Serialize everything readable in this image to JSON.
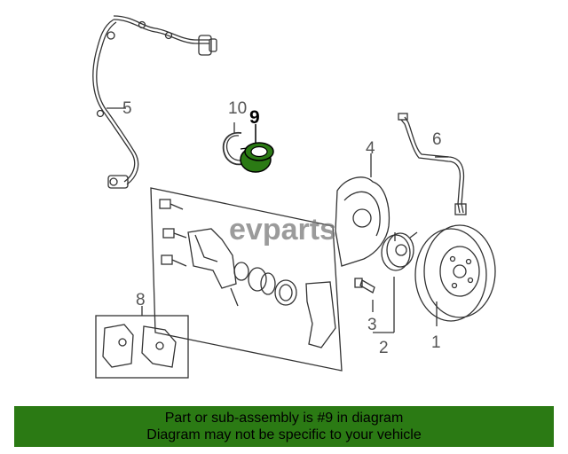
{
  "diagram": {
    "callouts": {
      "c1": "1",
      "c2": "2",
      "c3": "3",
      "c4": "4",
      "c5": "5",
      "c6": "6",
      "c8": "8",
      "c9": "9",
      "c10": "10"
    },
    "highlight_color": "#2b7a14",
    "watermark": "evparts"
  },
  "banner": {
    "line1": "Part or sub-assembly is #9 in diagram",
    "line2": "Diagram may not be specific to your vehicle",
    "color": "#2b7a14"
  }
}
